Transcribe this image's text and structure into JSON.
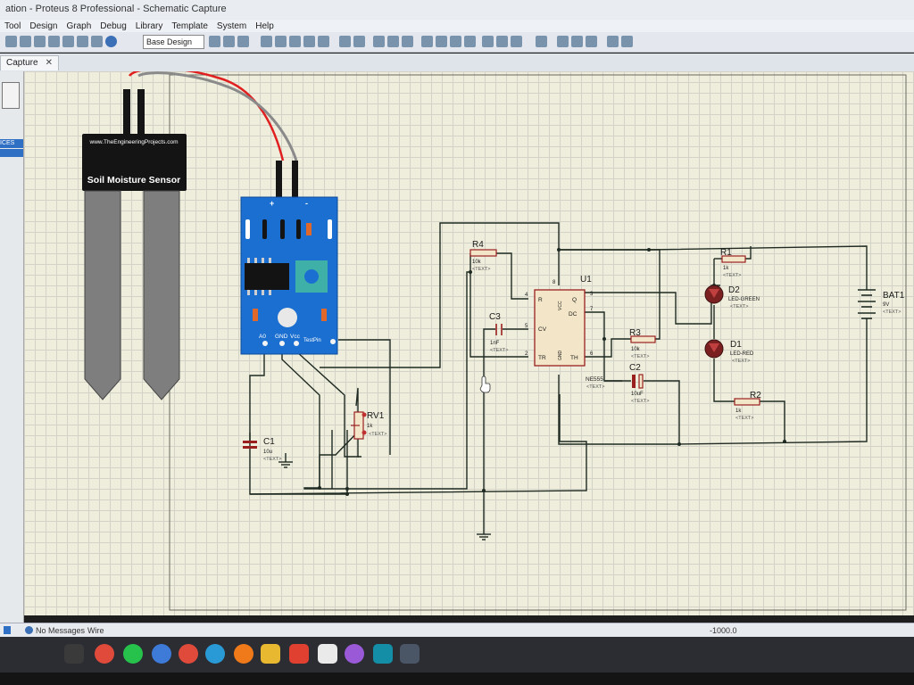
{
  "window": {
    "title": "ation - Proteus 8 Professional - Schematic Capture"
  },
  "menu": {
    "items": [
      "Tool",
      "Design",
      "Graph",
      "Debug",
      "Library",
      "Template",
      "System",
      "Help"
    ]
  },
  "toolbar": {
    "design_combo": "Base Design"
  },
  "tab": {
    "label": "Capture",
    "close": "✕"
  },
  "side_panel": {
    "label": "ICES"
  },
  "sensor": {
    "url": "www.TheEngineeringProjects.com",
    "title": "Soil Moisture Sensor",
    "pins": [
      "A0",
      "GND",
      "Vcc",
      "TestPin"
    ],
    "plus": "+",
    "minus": "-"
  },
  "components": {
    "c1": {
      "ref": "C1",
      "val": "10u",
      "text": "<TEXT>"
    },
    "rv1": {
      "ref": "RV1",
      "val": "1k",
      "text": "<TEXT>"
    },
    "r4": {
      "ref": "R4",
      "val": "10k",
      "text": "<TEXT>"
    },
    "c3": {
      "ref": "C3",
      "val": "1nF",
      "text": "<TEXT>"
    },
    "u1": {
      "ref": "U1",
      "part": "NE555",
      "text": "<TEXT>",
      "pins": {
        "r": "R",
        "vcc": "VCC",
        "q": "Q",
        "dc": "DC",
        "cv": "CV",
        "tr": "TR",
        "gnd": "GND",
        "th": "TH"
      },
      "pin_numbers": {
        "n4": "4",
        "n8": "8",
        "n3": "3",
        "n7": "7",
        "n5": "5",
        "n2": "2",
        "n6": "6"
      }
    },
    "r3": {
      "ref": "R3",
      "val": "10k",
      "text": "<TEXT>"
    },
    "c2": {
      "ref": "C2",
      "val": "10uF",
      "text": "<TEXT>"
    },
    "r1": {
      "ref": "R1",
      "val": "1k",
      "text": "<TEXT>"
    },
    "d2": {
      "ref": "D2",
      "val": "LED-GREEN",
      "text": "<TEXT>"
    },
    "d1": {
      "ref": "D1",
      "val": "LED-RED",
      "text": "<TEXT>"
    },
    "r2": {
      "ref": "R2",
      "val": "1k",
      "text": "<TEXT>"
    },
    "bat1": {
      "ref": "BAT1",
      "val": "9V",
      "text": "<TEXT>"
    }
  },
  "status": {
    "messages": "No Messages",
    "mode": "Wire",
    "coord": "-1000.0"
  },
  "colors": {
    "canvas": "#efeedd",
    "wire": "#1f2a22",
    "component": "#9a2020",
    "sensor_board": "#1b6fd0"
  }
}
